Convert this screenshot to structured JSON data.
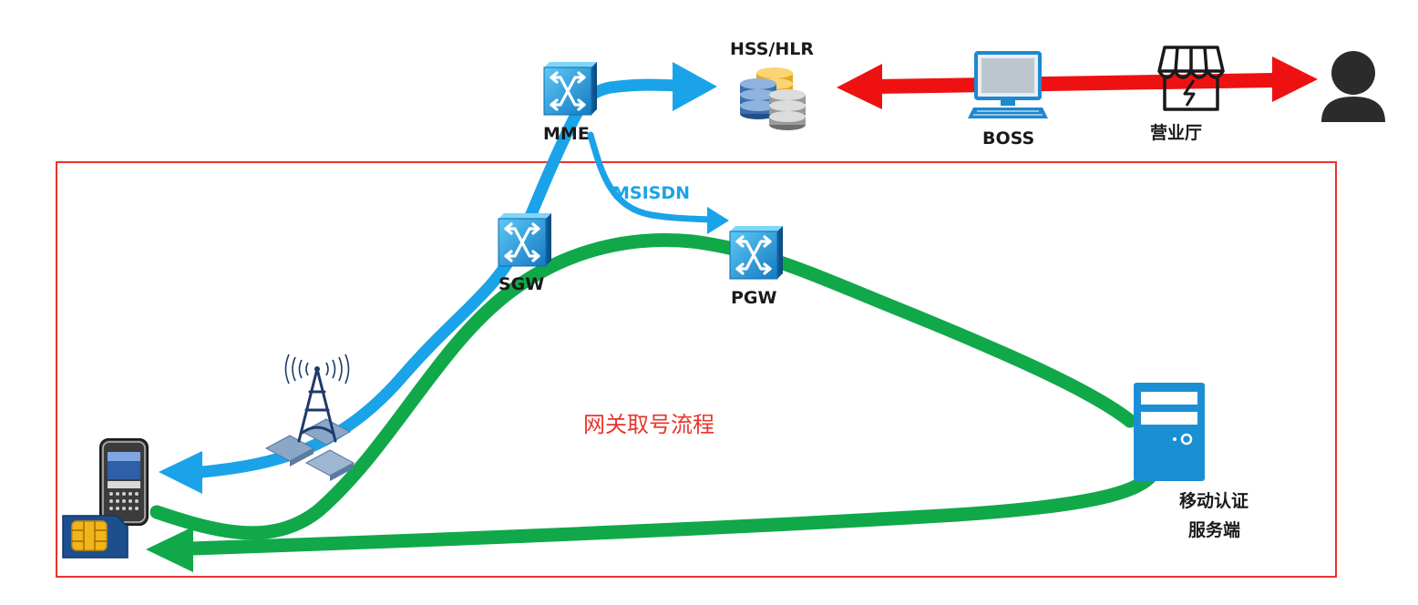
{
  "nodes": {
    "hss": {
      "label": "HSS/HLR"
    },
    "boss": {
      "label": "BOSS"
    },
    "store": {
      "label": "营业厅"
    },
    "mme": {
      "label": "MME"
    },
    "sgw": {
      "label": "SGW"
    },
    "pgw": {
      "label": "PGW"
    },
    "server": {
      "label_line1": "移动认证",
      "label_line2": "服务端"
    }
  },
  "edges": {
    "mme_to_pgw": {
      "label": "MSISDN"
    }
  },
  "frame": {
    "label": "网关取号流程"
  },
  "colors": {
    "signal_flow": "#1aa3e8",
    "data_flow": "#11a84a",
    "user_flow": "#ee1111",
    "frame_border": "#e8342c",
    "switch_blue": "#1e8fd6",
    "server_blue": "#1b8fd4"
  },
  "icons": {
    "phone": "mobile-phone-icon",
    "sim": "sim-card-icon",
    "tower": "base-station-icon",
    "switch": "network-switch-icon",
    "database": "database-stack-icon",
    "computer": "desktop-computer-icon",
    "store": "storefront-icon",
    "user": "person-icon",
    "server": "server-tower-icon"
  }
}
